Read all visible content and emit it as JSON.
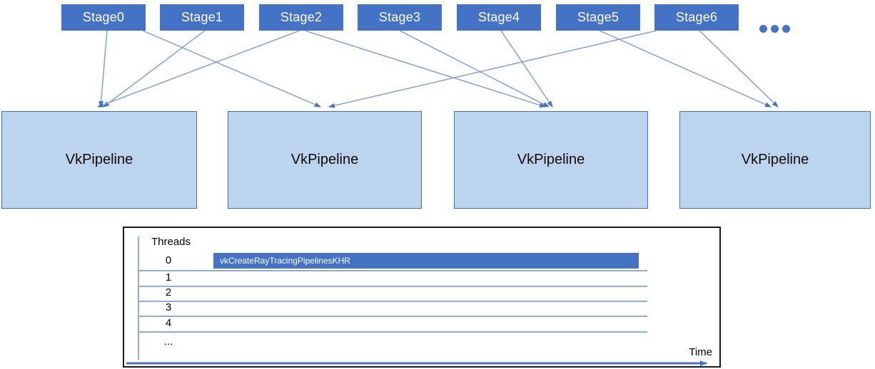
{
  "diagram": {
    "stages": [
      "Stage0",
      "Stage1",
      "Stage2",
      "Stage3",
      "Stage4",
      "Stage5",
      "Stage6"
    ],
    "more_stages_indicator": "...",
    "pipelines": [
      "VkPipeline",
      "VkPipeline",
      "VkPipeline",
      "VkPipeline"
    ],
    "edges": [
      {
        "from_stage": 0,
        "to_pipeline": 0
      },
      {
        "from_stage": 0,
        "to_pipeline": 1
      },
      {
        "from_stage": 1,
        "to_pipeline": 0
      },
      {
        "from_stage": 2,
        "to_pipeline": 0
      },
      {
        "from_stage": 2,
        "to_pipeline": 2
      },
      {
        "from_stage": 3,
        "to_pipeline": 2
      },
      {
        "from_stage": 4,
        "to_pipeline": 2
      },
      {
        "from_stage": 5,
        "to_pipeline": 3
      },
      {
        "from_stage": 6,
        "to_pipeline": 1
      },
      {
        "from_stage": 6,
        "to_pipeline": 3
      }
    ]
  },
  "timeline": {
    "title": "Threads",
    "rows": [
      "0",
      "1",
      "2",
      "3",
      "4",
      "..."
    ],
    "bar_label": "vkCreateRayTracingPipelinesKHR",
    "bar_row": "0",
    "time_label": "Time"
  },
  "colors": {
    "stage_fill": "#4472C4",
    "stage_text": "#FFFFFF",
    "pipeline_fill": "#BDD4EE",
    "pipeline_border": "#4170B8",
    "connector_line": "#7C9AD6",
    "arrowhead": "#4472C4",
    "grid_line": "#8FAEDC",
    "bar_fill": "#4472C4",
    "bar_text": "#FFFFFF",
    "time_axis": "#4472C4",
    "chart_border": "#1A1A1A",
    "label_text": "#000000",
    "background": "#FFFFFF"
  }
}
